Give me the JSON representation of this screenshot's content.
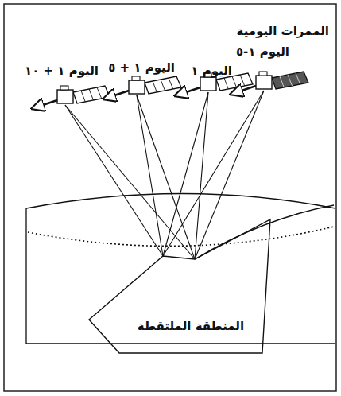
{
  "diagram": {
    "title": "الممرات اليومية",
    "nodes": [
      {
        "text": [
          "المنطقة الملتقطة"
        ]
      }
    ],
    "labels": [
      "اليوم ١ + ١٠",
      "اليوم ١ + ٥",
      "اليوم ١",
      "اليوم ١-٥"
    ]
  }
}
